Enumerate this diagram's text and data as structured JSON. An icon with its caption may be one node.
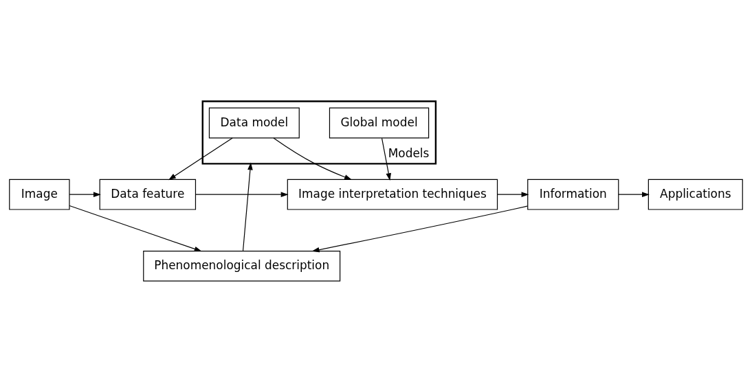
{
  "diagram": {
    "nodes": [
      {
        "text": [
          "Image"
        ]
      },
      {
        "text": [
          "Data feature"
        ]
      },
      {
        "text": [
          "Image interpretation techniques"
        ]
      },
      {
        "text": [
          "Information"
        ]
      },
      {
        "text": [
          "Applications"
        ]
      },
      {
        "text": [
          "Models"
        ]
      },
      {
        "text": [
          "Data model"
        ],
        "in": 5
      },
      {
        "text": [
          "Global model"
        ],
        "in": 5
      },
      {
        "text": [
          "Phenomenological description"
        ]
      }
    ],
    "edges": [
      {
        "from": 0,
        "to": 1,
        "arrow": "to"
      },
      {
        "from": 1,
        "to": 2,
        "arrow": "to"
      },
      {
        "from": 2,
        "to": 3,
        "arrow": "to"
      },
      {
        "from": 3,
        "to": 4,
        "arrow": "to"
      },
      {
        "from": 6,
        "to": 1,
        "arrow": "to"
      },
      {
        "from": 6,
        "to": 2,
        "arrow": "to"
      },
      {
        "from": 7,
        "to": 2,
        "arrow": "to"
      },
      {
        "from": 8,
        "to": 5,
        "arrow": "to"
      },
      {
        "from": 0,
        "to": 8,
        "arrow": "to"
      },
      {
        "from": 3,
        "to": 8,
        "arrow": "to"
      }
    ]
  }
}
